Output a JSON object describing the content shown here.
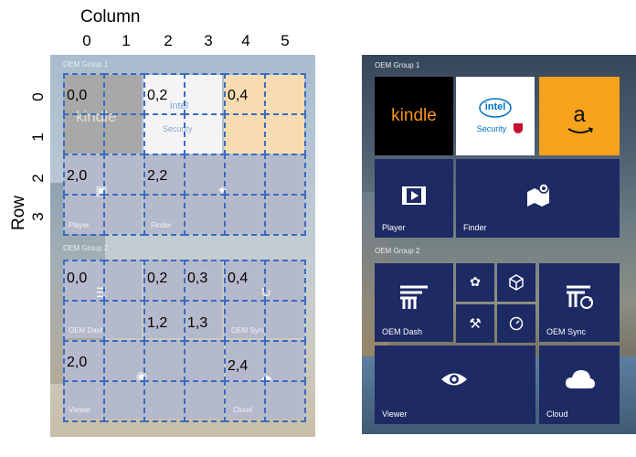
{
  "diagram": {
    "column_title": "Column",
    "row_title": "Row",
    "column_numbers": [
      "0",
      "1",
      "2",
      "3",
      "4",
      "5"
    ],
    "row_numbers": [
      "0",
      "1",
      "2",
      "3"
    ],
    "group1": {
      "label": "OEM Group 1",
      "cell_labels": [
        "0,0",
        "0,2",
        "0,4",
        "2,0",
        "2,2"
      ],
      "tile_names": [
        "Player",
        "Finder"
      ],
      "ghost_texts": [
        "kindle",
        "intel",
        "Security"
      ]
    },
    "group2": {
      "label": "OEM Group 2",
      "cell_labels": [
        "0,0",
        "0,2",
        "0,3",
        "0,4",
        "1,2",
        "1,3",
        "2,0",
        "2,4"
      ],
      "tile_names": [
        "OEM Dash",
        "OEM Sync",
        "Viewer",
        "Cloud"
      ]
    },
    "grid_color": "#3b6bbf"
  },
  "start_screen": {
    "group1_label": "OEM Group 1",
    "group2_label": "OEM Group 2",
    "kindle": {
      "text": "kindle",
      "text_color": "#f7931e",
      "bg": "#000000"
    },
    "intel": {
      "brand": "intel",
      "text": "Security",
      "bg": "#ffffff"
    },
    "amazon": {
      "text": "a",
      "bg": "#f7a21b"
    },
    "player": {
      "name": "Player",
      "icon": "film-play-icon"
    },
    "finder": {
      "name": "Finder",
      "icon": "map-pin-icon"
    },
    "oem_dash": {
      "name": "OEM Dash",
      "icon": "oem-dash-icon"
    },
    "small_tiles": [
      "flower-icon",
      "cube-icon",
      "tools-icon",
      "clock-icon"
    ],
    "oem_sync": {
      "name": "OEM Sync",
      "icon": "oem-sync-icon"
    },
    "viewer": {
      "name": "Viewer",
      "icon": "eye-icon"
    },
    "cloud": {
      "name": "Cloud",
      "icon": "cloud-icon"
    },
    "tile_color": "#1d2a63"
  }
}
